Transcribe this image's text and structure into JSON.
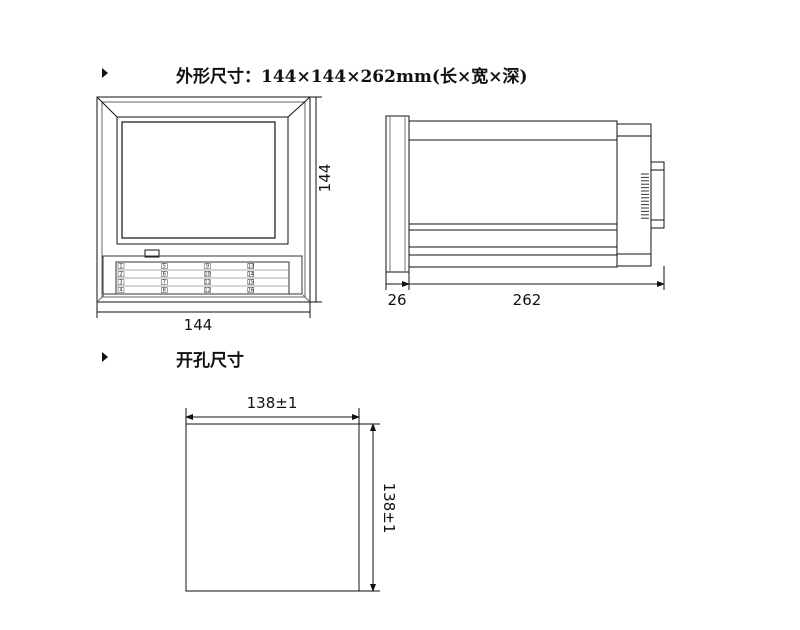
{
  "sections": {
    "outline": {
      "heading": "外形尺寸：144×144×262mm(长×宽×深)"
    },
    "cutout": {
      "heading": "开孔尺寸"
    }
  },
  "front_view": {
    "width_label": "144",
    "height_label": "144",
    "keys": [
      "1",
      "2",
      "3",
      "4",
      "5",
      "6",
      "7",
      "8",
      "9",
      "10",
      "11",
      "12",
      "13",
      "14",
      "15",
      "16"
    ]
  },
  "side_view": {
    "bezel_label": "26",
    "depth_label": "262"
  },
  "cutout_view": {
    "width_label": "138±1",
    "height_label": "138±1"
  }
}
